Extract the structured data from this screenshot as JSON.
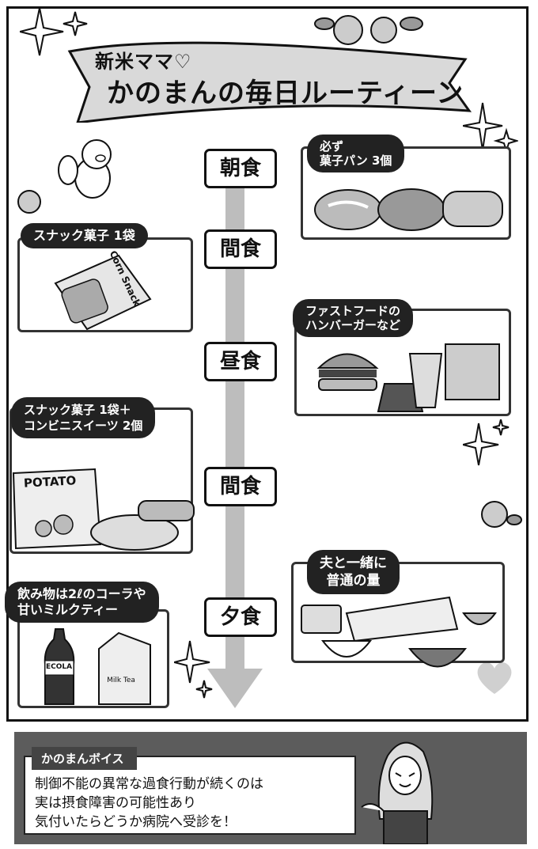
{
  "banner": {
    "line1": "新米ママ♡",
    "line2": "かのまんの毎日ルーティーン"
  },
  "meals": [
    {
      "label": "朝食"
    },
    {
      "label": "間食"
    },
    {
      "label": "昼食"
    },
    {
      "label": "間食"
    },
    {
      "label": "夕食"
    }
  ],
  "cards": {
    "breakfast": {
      "text": "必ず\n菓子パン 3個"
    },
    "snack1": {
      "text": "スナック菓子 1袋",
      "bag_text": "Corn Snack"
    },
    "lunch": {
      "text": "ファストフードの\nハンバーガーなど"
    },
    "snack2": {
      "text": "スナック菓子 1袋＋\nコンビニスイーツ 2個",
      "bag_text": "POTATO"
    },
    "dinner": {
      "text": "夫と一緒に\n普通の量"
    },
    "drinks": {
      "text": "飲み物は2ℓのコーラや\n甘いミルクティー",
      "cola_label": "ECOLA",
      "milk_label": "Milk Tea"
    }
  },
  "voice": {
    "title": "かのまんボイス",
    "lines": [
      "制御不能の異常な過食行動が続くのは",
      "実は摂食障害の可能性あり",
      "気付いたらどうか病院へ受診を！"
    ]
  },
  "colors": {
    "ink": "#111111",
    "axis": "#bdbdbd",
    "panel": "#5c5c5c",
    "pill": "#222222"
  }
}
